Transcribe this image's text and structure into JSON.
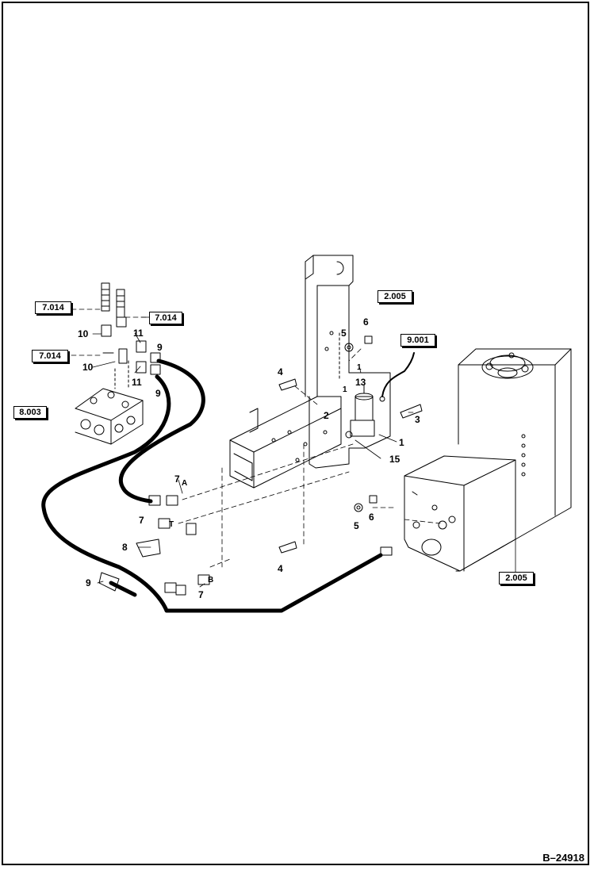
{
  "references": {
    "r1": "7.014",
    "r2": "7.014",
    "r3": "7.014",
    "r4": "8.003",
    "r5": "2.005",
    "r6": "9.001",
    "r7": "2.005"
  },
  "callouts": {
    "c10a": "10",
    "c11a": "11",
    "c9a": "9",
    "c10b": "10",
    "c11b": "11",
    "c9b": "9",
    "c4a": "4",
    "c5a": "5",
    "c6a": "6",
    "c1a": "1",
    "c1b": "1",
    "c13": "13",
    "c2": "2",
    "c3": "3",
    "c1c": "1",
    "c15": "15",
    "c7A": "7",
    "pA": "A",
    "c7T": "7",
    "pT": "T",
    "c8": "8",
    "c4b": "4",
    "c5b": "5",
    "c6b": "6",
    "c9c": "9",
    "c7B": "7",
    "pB": "B"
  },
  "drawing_number": "B–24918"
}
